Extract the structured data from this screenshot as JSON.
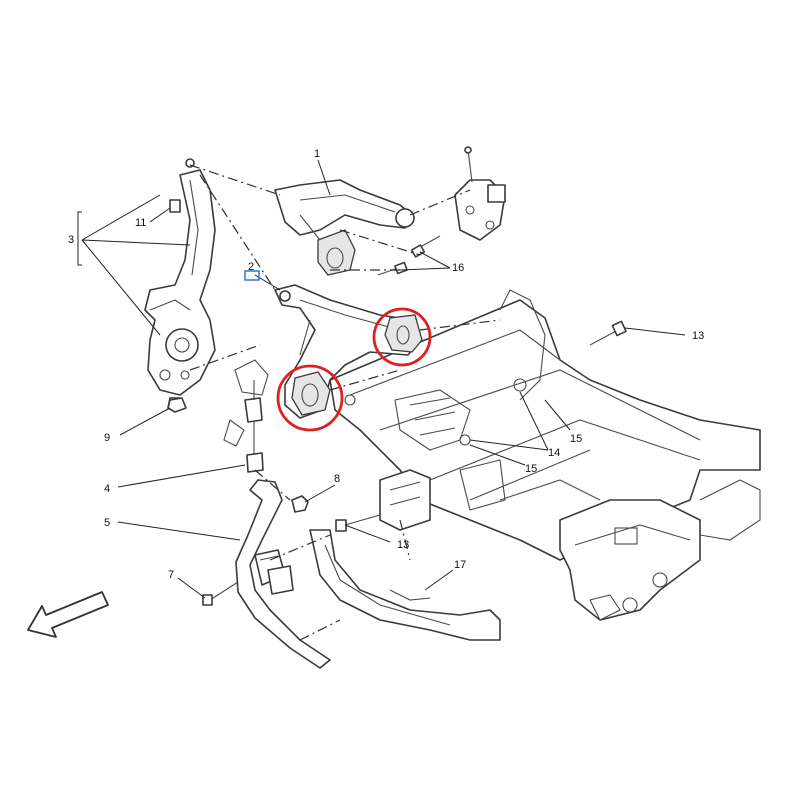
{
  "callouts": {
    "c1": "1",
    "c2": "2",
    "c3": "3",
    "c4": "4",
    "c5": "5",
    "c7": "7",
    "c8": "8",
    "c9": "9",
    "c11": "11",
    "c13a": "13",
    "c13b": "13",
    "c14": "14",
    "c15a": "15",
    "c15b": "15",
    "c16": "16",
    "c17": "17"
  },
  "highlight_colors": {
    "bushing_circles": "#e02020",
    "part2_label_box": "#1f6fd6"
  },
  "icons": {
    "front_arrow": "front-direction-arrow-icon"
  }
}
